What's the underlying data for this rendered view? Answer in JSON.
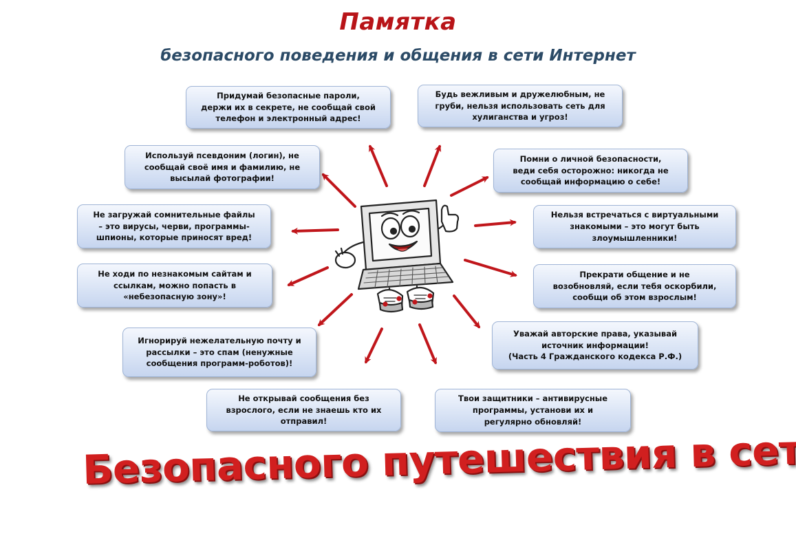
{
  "title": "Памятка",
  "subtitle": "безопасного поведения и общения в сети Интернет",
  "tips": {
    "passwords": "Придумай безопасные пароли,\nдержи их в секрете, не сообщай свой\nтелефон и электронный адрес!",
    "politeness": "Будь вежливым и дружелюбным, не\nгруби, нельзя использовать сеть для\nхулиганства и угроз!",
    "nickname": "Используй псевдоним (логин), не\nсообщай своё имя и фамилию, не\nвысылай фотографии!",
    "personal_safety": "Помни о личной безопасности,\nведи себя осторожно: никогда не\nсообщай информацию о себе!",
    "files": "Не загружай сомнительные файлы\n– это вирусы, черви, программы-\nшпионы, которые приносят вред!",
    "meetings": "Нельзя встречаться с виртуальными\nзнакомыми – это могут быть\nзлоумышленники!",
    "sites": "Не ходи по незнакомым сайтам и\nссылкам, можно попасть в\n«небезопасную зону»!",
    "insults": "Прекрати общение и не\nвозобновляй, если тебя оскорбили,\nсообщи об этом взрослым!",
    "spam": "Игнорируй нежелательную почту и\nрассылки – это спам (ненужные\nсообщения программ-роботов)!",
    "copyright": "Уважай авторские  права, указывай\nисточник информации!\n(Часть 4 Гражданского кодекса Р.Ф.)",
    "messages": "Не открывай сообщения без\nвзрослого, если не знаешь кто их\nотправил!",
    "antivirus": "Твои защитники – антивирусные\nпрограммы, установи их и\nрегулярно обновляй!"
  },
  "slogan": "Безопасного путешествия в сети!",
  "colors": {
    "title": "#b81418",
    "subtitle": "#2b4a66",
    "arrow": "#c0161b",
    "box_border": "#9fb4d6",
    "slogan": "#d11f1f"
  },
  "icons": {
    "mascot": "laptop-mascot-icon"
  }
}
